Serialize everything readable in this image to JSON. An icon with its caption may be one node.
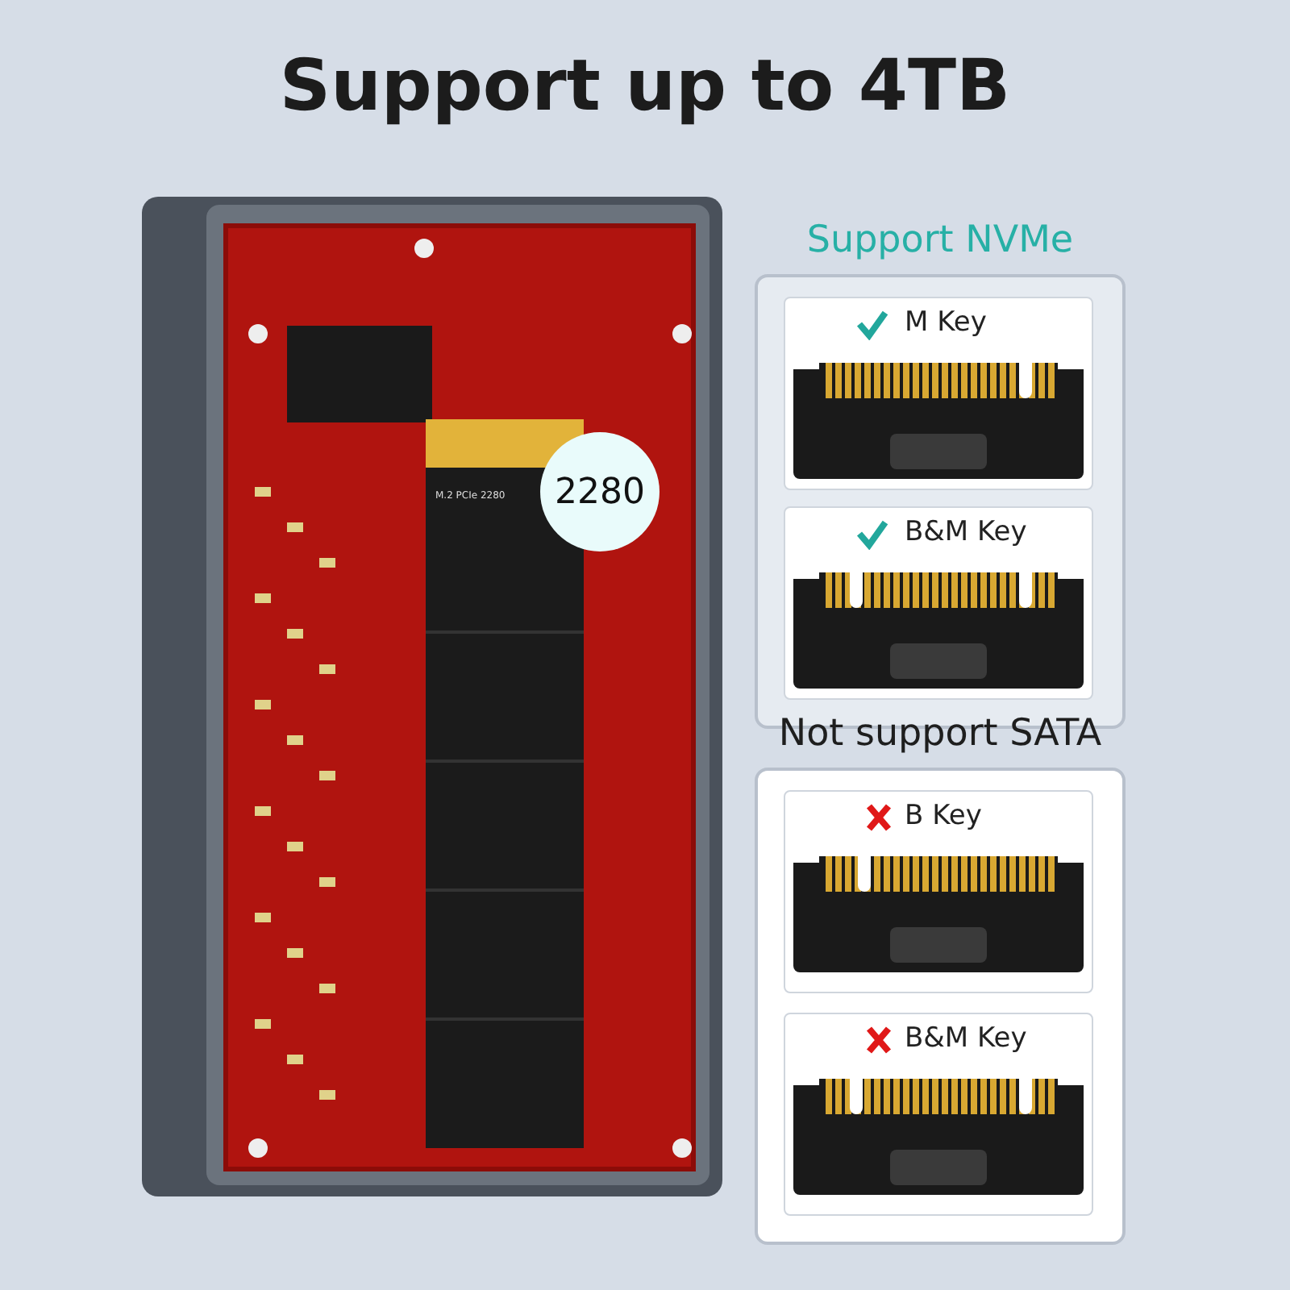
{
  "diagram": {
    "title": "Support up to 4TB",
    "nodes": [
      {
        "text": [
          "Support NVMe"
        ]
      },
      {
        "text": [
          "M Key"
        ],
        "in": 0
      },
      {
        "text": [
          "B&M Key"
        ],
        "in": 0
      },
      {
        "text": [
          "Not support SATA"
        ]
      },
      {
        "text": [
          "B Key"
        ],
        "in": 3
      },
      {
        "text": [
          "B&M Key"
        ],
        "in": 3
      },
      {
        "text": [
          "2280"
        ]
      }
    ],
    "edges": [],
    "labels": [
      "M.2 PCIe 2280"
    ]
  }
}
